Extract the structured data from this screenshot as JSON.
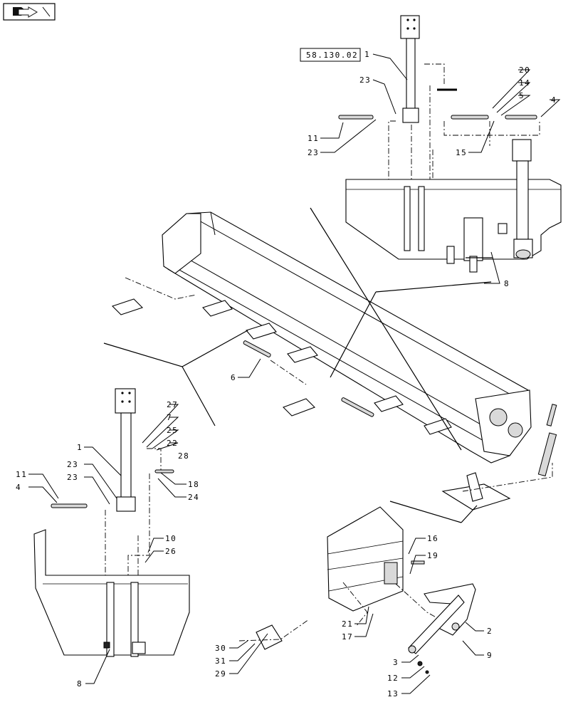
{
  "nav_icon": {
    "icon": "arrow-icon"
  },
  "reference": {
    "label": "58.130.02"
  },
  "callouts": [
    {
      "id": "c1a",
      "text": "1"
    },
    {
      "id": "c23a",
      "text": "23"
    },
    {
      "id": "c11a",
      "text": "11"
    },
    {
      "id": "c23b",
      "text": "23"
    },
    {
      "id": "c20",
      "text": "20"
    },
    {
      "id": "c14",
      "text": "14"
    },
    {
      "id": "c5",
      "text": "5"
    },
    {
      "id": "c4a",
      "text": "4"
    },
    {
      "id": "c15",
      "text": "15"
    },
    {
      "id": "c8a",
      "text": "8"
    },
    {
      "id": "c6",
      "text": "6"
    },
    {
      "id": "c27",
      "text": "27"
    },
    {
      "id": "c7",
      "text": "7"
    },
    {
      "id": "c25",
      "text": "25"
    },
    {
      "id": "c22",
      "text": "22"
    },
    {
      "id": "c28",
      "text": "28"
    },
    {
      "id": "c1b",
      "text": "1"
    },
    {
      "id": "c23c",
      "text": "23"
    },
    {
      "id": "c23d",
      "text": "23"
    },
    {
      "id": "c11b",
      "text": "11"
    },
    {
      "id": "c4b",
      "text": "4"
    },
    {
      "id": "c18",
      "text": "18"
    },
    {
      "id": "c24",
      "text": "24"
    },
    {
      "id": "c10",
      "text": "10"
    },
    {
      "id": "c26",
      "text": "26"
    },
    {
      "id": "c8b",
      "text": "8"
    },
    {
      "id": "c16",
      "text": "16"
    },
    {
      "id": "c19",
      "text": "19"
    },
    {
      "id": "c21",
      "text": "21"
    },
    {
      "id": "c17",
      "text": "17"
    },
    {
      "id": "c2",
      "text": "2"
    },
    {
      "id": "c9",
      "text": "9"
    },
    {
      "id": "c30",
      "text": "30"
    },
    {
      "id": "c31",
      "text": "31"
    },
    {
      "id": "c29",
      "text": "29"
    },
    {
      "id": "c3",
      "text": "3"
    },
    {
      "id": "c12",
      "text": "12"
    },
    {
      "id": "c13",
      "text": "13"
    }
  ]
}
